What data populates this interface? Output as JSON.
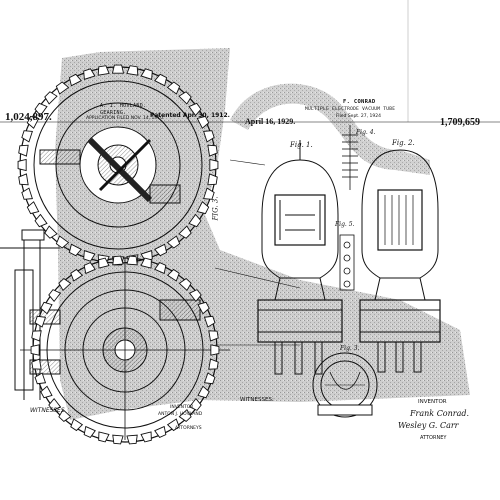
{
  "left_patent": {
    "number": "1,024,897.",
    "inventor_header": "A. I. HOVLAND.",
    "subheader": "GEARING.",
    "application_filed": "APPLICATION FILED NOV. 14, 1910.",
    "patented": "Patented Apr. 30, 1912.",
    "fig_label": "FIG. 3.",
    "witnesses_label": "WITNESSES",
    "inventor_label": "INVENTOR",
    "inventor_name": "ANTON J. HOVLAND",
    "attorneys_label": "ATTORNEYS"
  },
  "right_patent": {
    "date": "April 16, 1929.",
    "inventor_header": "F. CONRAD",
    "title": "MULTIPLE ELECTRODE VACUUM TUBE",
    "filed": "Filed Sept. 27, 1924",
    "number": "1,709,659",
    "fig1": "Fig. 1.",
    "fig2": "Fig. 2.",
    "fig4": "Fig. 4.",
    "fig5": "Fig. 5.",
    "fig3": "Fig. 3.",
    "witnesses_label": "WITNESSES:",
    "inventor_label": "INVENTOR",
    "inventor_signature": "Frank Conrad.",
    "attorney_signature": "Wesley G. Carr",
    "attorney_label": "ATTORNEY"
  },
  "colors": {
    "ink": "#111111",
    "grey_fill": "#bdbdbd",
    "paper": "#ffffff"
  }
}
